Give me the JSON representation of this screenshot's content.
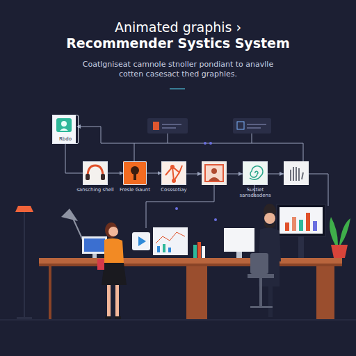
{
  "diagram": {
    "title": "Recommender Systics System",
    "caption": "Coatlgniseat camnole stnoller pondiant to anavlle cotten casesact thed graphles.",
    "nodes": [
      {
        "text": [
          "Rbdo"
        ]
      },
      {
        "text": [
          "sansching shell"
        ]
      },
      {
        "text": [
          "Fresle Gaunt"
        ]
      },
      {
        "text": [
          "Cosssotiay"
        ]
      },
      {
        "text": [
          "Sustiet sansdasdens"
        ]
      }
    ],
    "edges": [
      {
        "from": 0,
        "to": 1,
        "arrow": "none"
      },
      {
        "from": 1,
        "to": 2,
        "arrow": "to"
      },
      {
        "from": 2,
        "to": 3,
        "arrow": "to"
      }
    ],
    "labels": [
      "Animated graphis ›"
    ]
  }
}
